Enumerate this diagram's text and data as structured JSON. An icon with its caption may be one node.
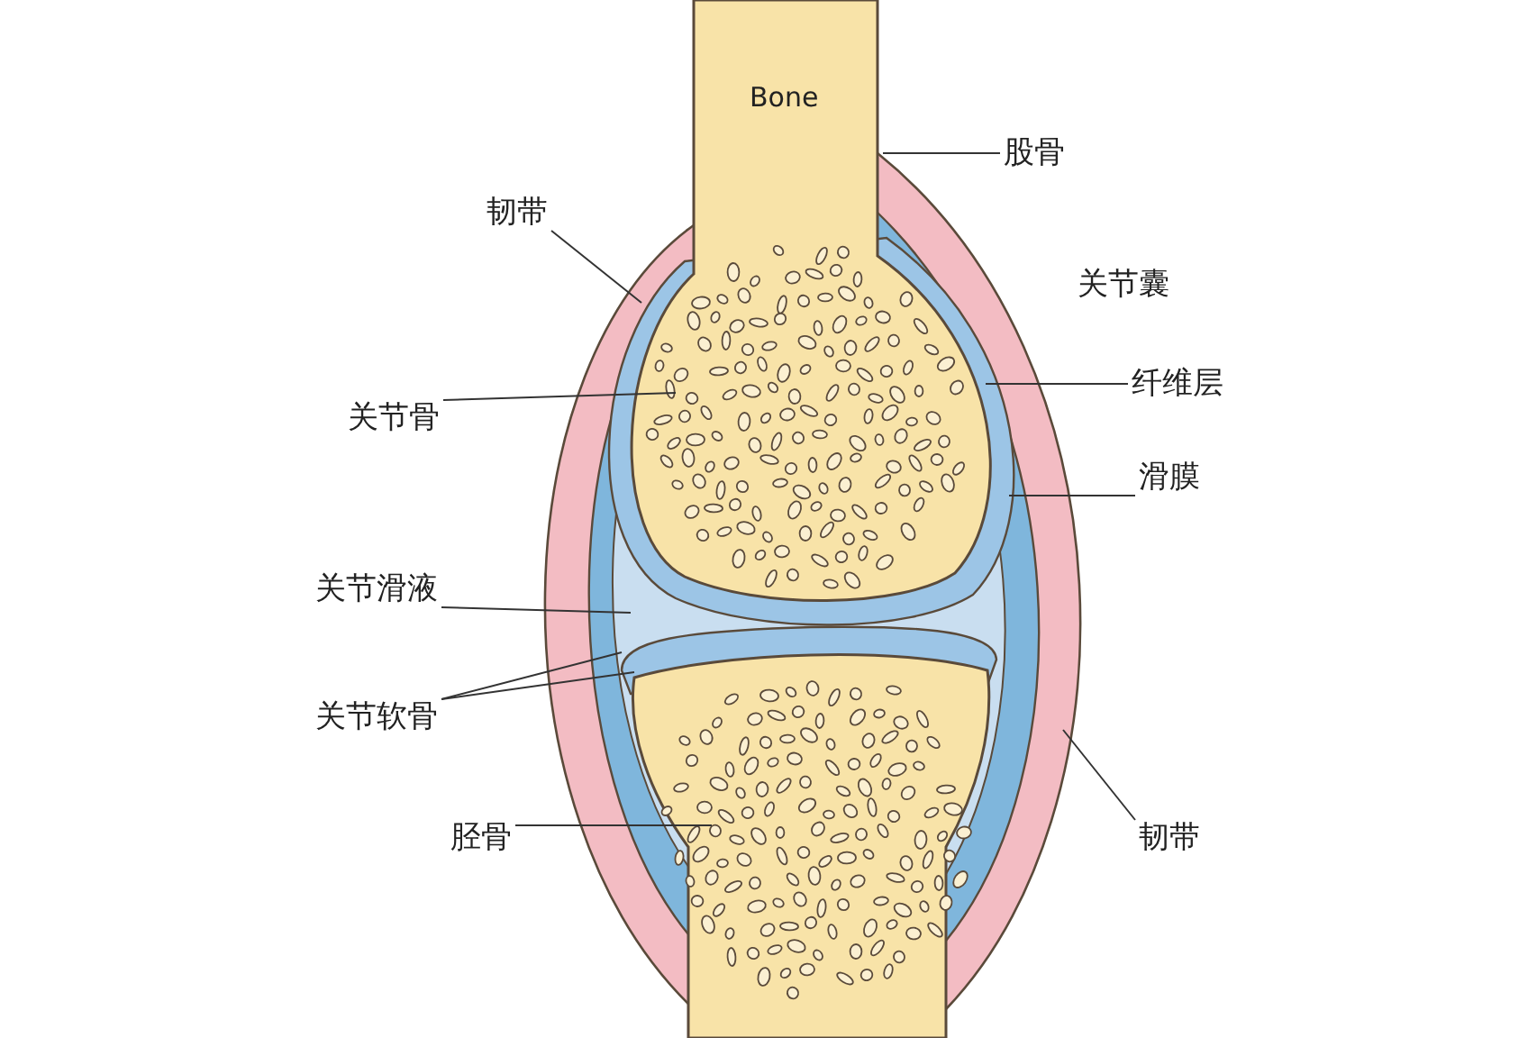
{
  "diagram": {
    "nodes": [
      {
        "text": [
          "股骨"
        ]
      },
      {
        "text": [
          "韧带"
        ]
      },
      {
        "text": [
          "纤维层"
        ]
      },
      {
        "text": [
          "关节骨"
        ]
      },
      {
        "text": [
          "滑膜"
        ]
      },
      {
        "text": [
          "关节滑液"
        ]
      },
      {
        "text": [
          "关节软骨"
        ]
      },
      {
        "text": [
          "胫骨"
        ]
      },
      {
        "text": [
          "韧带"
        ]
      }
    ],
    "edges": [
      {
        "from": 0,
        "to": null,
        "arrow": "none"
      },
      {
        "from": 1,
        "to": null,
        "arrow": "none"
      },
      {
        "from": 2,
        "to": null,
        "arrow": "none"
      },
      {
        "from": 3,
        "to": null,
        "arrow": "none"
      },
      {
        "from": 4,
        "to": null,
        "arrow": "none"
      },
      {
        "from": 5,
        "to": null,
        "arrow": "none"
      },
      {
        "from": 6,
        "to": null,
        "arrow": "none"
      },
      {
        "from": 6,
        "to": null,
        "arrow": "none"
      },
      {
        "from": 7,
        "to": null,
        "arrow": "none"
      },
      {
        "from": 8,
        "to": null,
        "arrow": "none"
      }
    ],
    "labels": [
      "Bone",
      "关节囊"
    ]
  }
}
